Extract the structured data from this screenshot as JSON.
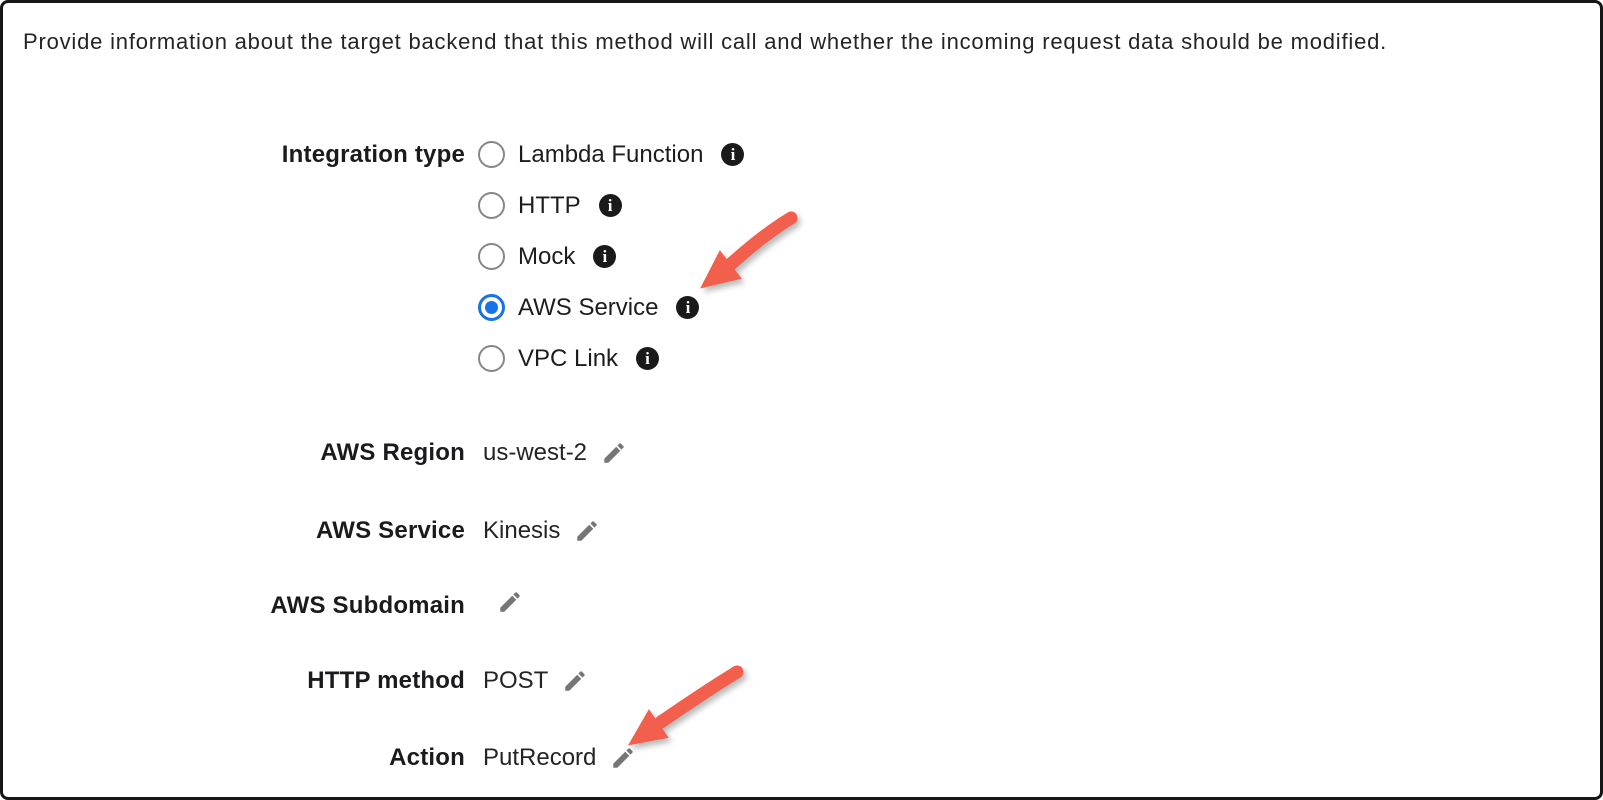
{
  "description": "Provide information about the target backend that this method will call and whether the incoming request data should be modified.",
  "form": {
    "integration_type": {
      "label": "Integration type",
      "options": [
        {
          "label": "Lambda Function",
          "selected": false
        },
        {
          "label": "HTTP",
          "selected": false
        },
        {
          "label": "Mock",
          "selected": false
        },
        {
          "label": "AWS Service",
          "selected": true
        },
        {
          "label": "VPC Link",
          "selected": false
        }
      ]
    },
    "fields": [
      {
        "label": "AWS Region",
        "value": "us-west-2"
      },
      {
        "label": "AWS Service",
        "value": "Kinesis"
      },
      {
        "label": "AWS Subdomain",
        "value": ""
      },
      {
        "label": "HTTP method",
        "value": "POST"
      },
      {
        "label": "Action",
        "value": "PutRecord"
      }
    ]
  },
  "icons": {
    "info_glyph": "i"
  },
  "colors": {
    "radio_selected": "#1673e8",
    "annotation_arrow": "#f25f4d",
    "info_icon_bg": "#1a1a1a",
    "pencil_icon": "#76767a",
    "text": "#1d1d1f"
  }
}
